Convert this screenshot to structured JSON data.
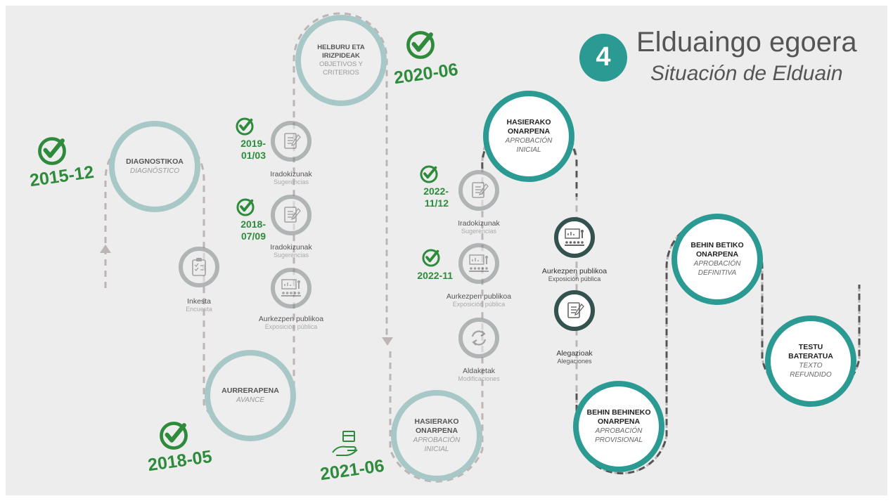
{
  "header": {
    "step_number": "4",
    "title": "Elduaingo egoera",
    "subtitle": "Situación de Elduain"
  },
  "milestones": {
    "diagnostikoa": {
      "eu": "DIAGNOSTIKOA",
      "es": "DIAGNÓSTICO"
    },
    "aurrerapena": {
      "eu": "AURRERAPENA",
      "es": "AVANCE"
    },
    "helburu": {
      "eu": "HELBURU ETA\nIRIZPIDEAK",
      "es": "OBJETIVOS Y\nCRITERIOS"
    },
    "hasierako1": {
      "eu": "HASIERAKO\nONARPENA",
      "es": "APROBACIÓN\nINICIAL"
    },
    "hasierako2": {
      "eu": "HASIERAKO\nONARPENA",
      "es": "APROBACIÓN\nINICIAL"
    },
    "behinbehineko": {
      "eu": "BEHIN BEHINEKO\nONARPENA",
      "es": "APROBACIÓN\nPROVISIONAL"
    },
    "behinbetiko": {
      "eu": "BEHIN BETIKO\nONARPENA",
      "es": "APROBACIÓN\nDEFINITIVA"
    },
    "testu": {
      "eu": "TESTU\nBATERATUA",
      "es": "TEXTO\nREFUNDIDO"
    }
  },
  "steps": {
    "inkesta": {
      "eu": "Inkesta",
      "es": "Encuesta"
    },
    "irado1": {
      "eu": "Iradokizunak",
      "es": "Sugerencias",
      "date": "2019-\n01/03"
    },
    "irado2": {
      "eu": "Iradokizunak",
      "es": "Sugerencias",
      "date": "2018-\n07/09"
    },
    "aurkezpen1": {
      "eu": "Aurkezpen publikoa",
      "es": "Exposición pública"
    },
    "irado3": {
      "eu": "Iradokizunak",
      "es": "Sugerencias",
      "date": "2022-\n11/12"
    },
    "aurkezpen2": {
      "eu": "Aurkezpen publikoa",
      "es": "Exposición pública",
      "date": "2022-11"
    },
    "aldaketak": {
      "eu": "Aldaketak",
      "es": "Modificaciones"
    },
    "aurkezpen3": {
      "eu": "Aurkezpen publikoa",
      "es": "Exposición pública"
    },
    "alegazioak": {
      "eu": "Alegazioak",
      "es": "Alegaciones"
    }
  },
  "dates": {
    "d2015": "2015-12",
    "d2018": "2018-05",
    "d2020": "2020-06",
    "d2021": "2021-06"
  },
  "colors": {
    "done": "#a8c8c8",
    "active": "#2a9a92",
    "check": "#2e8b3c",
    "path": "#bdb5b5",
    "icon_ring": "#8e9494"
  }
}
